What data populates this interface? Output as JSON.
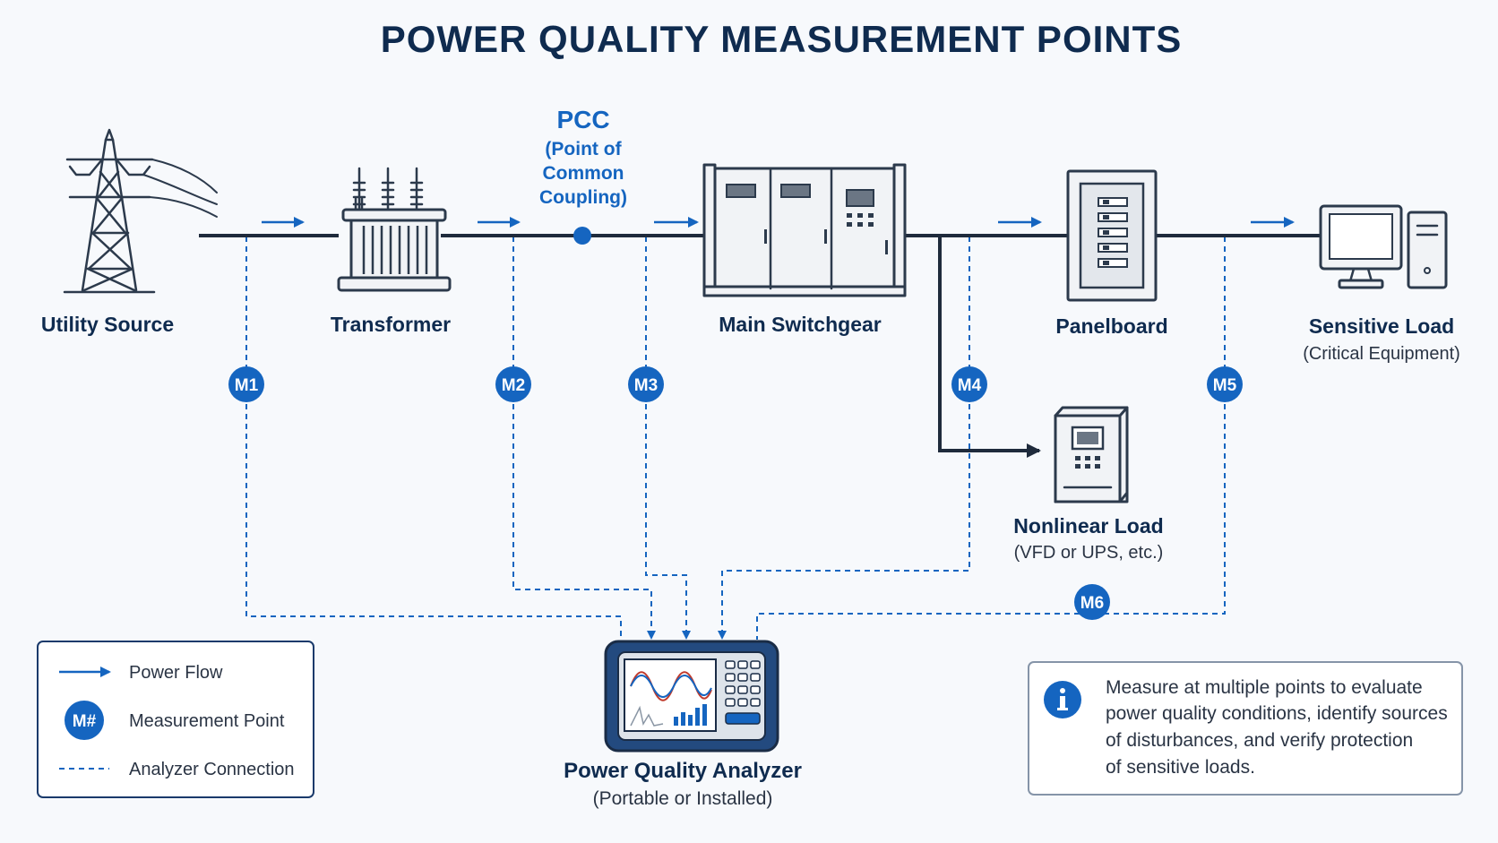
{
  "title": "POWER QUALITY MEASUREMENT POINTS",
  "pcc": {
    "label": "PCC",
    "line1": "(Point of",
    "line2": "Common",
    "line3": "Coupling)"
  },
  "components": {
    "utility": {
      "label": "Utility Source"
    },
    "transformer": {
      "label": "Transformer"
    },
    "switchgear": {
      "label": "Main Switchgear"
    },
    "panelboard": {
      "label": "Panelboard"
    },
    "sensitive": {
      "label": "Sensitive Load",
      "sub": "(Critical Equipment)"
    },
    "nonlinear": {
      "label": "Nonlinear Load",
      "sub": "(VFD or UPS, etc.)"
    },
    "analyzer": {
      "label": "Power Quality Analyzer",
      "sub": "(Portable or Installed)"
    }
  },
  "measurement_points": [
    "M1",
    "M2",
    "M3",
    "M4",
    "M5",
    "M6"
  ],
  "legend": {
    "power_flow": "Power Flow",
    "badge": "M#",
    "measurement_point": "Measurement Point",
    "analyzer_connection": "Analyzer Connection"
  },
  "note": {
    "icon": "info-icon",
    "lines": [
      "Measure at multiple points to evaluate",
      "power quality conditions, identify sources",
      "of disturbances, and verify protection",
      "of sensitive loads."
    ]
  },
  "colors": {
    "accent": "#1565c0",
    "dark": "#0f2b4f",
    "line": "#1f2b3c"
  }
}
